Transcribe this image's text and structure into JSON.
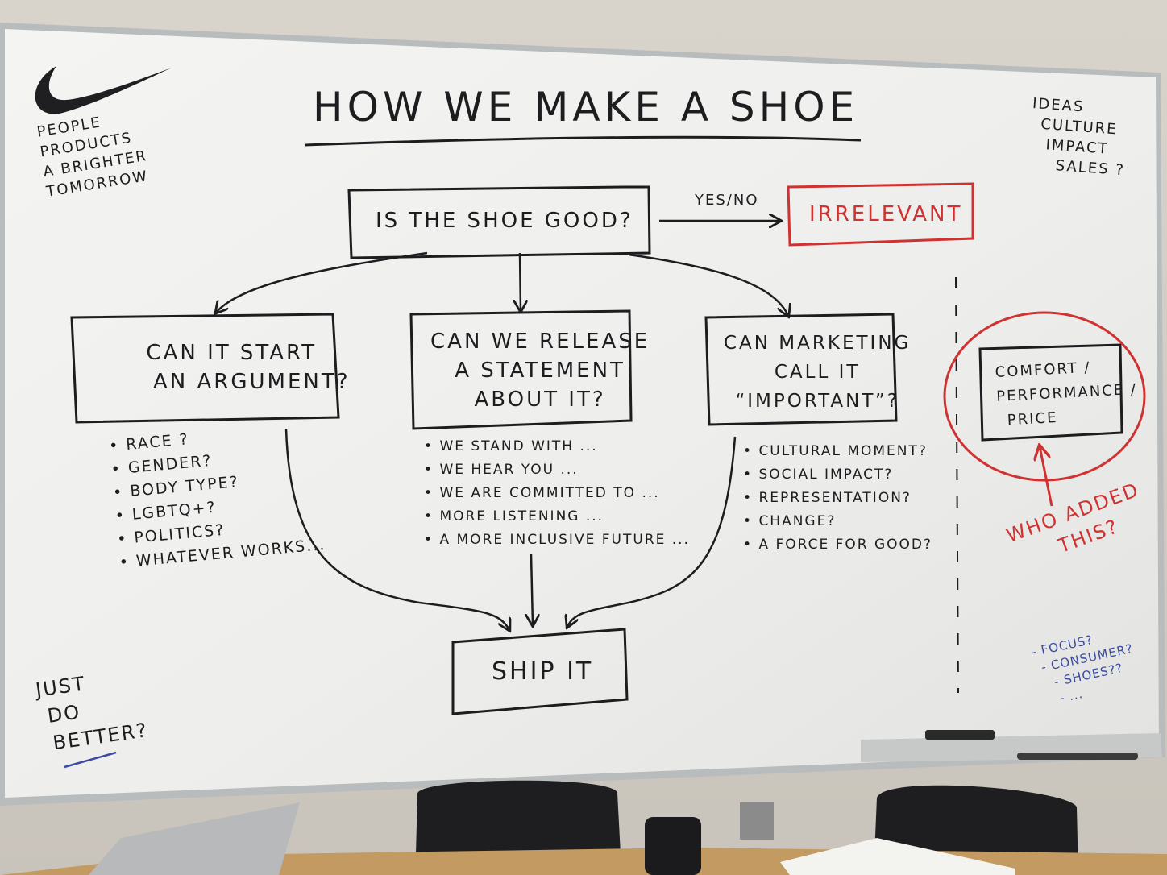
{
  "brand": {
    "logo_icon": "nike-swoosh-icon",
    "tagline": [
      "PEOPLE",
      "PRODUCTS",
      "A BRIGHTER",
      "TOMORROW"
    ]
  },
  "title": "HOW WE MAKE A SHOE",
  "top_right_list": [
    "IDEAS",
    "CULTURE",
    "IMPACT",
    "SALES ?"
  ],
  "flow": {
    "start": "IS THE SHOE GOOD?",
    "arrow_label": "YES/NO",
    "result": "IRRELEVANT",
    "box1": [
      "CAN IT START",
      "AN ARGUMENT?"
    ],
    "box2": [
      "CAN WE RELEASE",
      "A STATEMENT",
      "ABOUT IT?"
    ],
    "box3": [
      "CAN MARKETING",
      "CALL IT",
      "“IMPORTANT”?"
    ],
    "end": "SHIP IT"
  },
  "lists": {
    "left": [
      "RACE ?",
      "GENDER?",
      "BODY TYPE?",
      "LGBTQ+?",
      "POLITICS?",
      "WHATEVER WORKS..."
    ],
    "middle": [
      "WE STAND WITH ...",
      "WE HEAR YOU ...",
      "WE ARE COMMITTED TO ...",
      "MORE LISTENING ...",
      "A MORE INCLUSIVE FUTURE ..."
    ],
    "right": [
      "CULTURAL MOMENT?",
      "SOCIAL IMPACT?",
      "REPRESENTATION?",
      "CHANGE?",
      "A FORCE FOR GOOD?"
    ]
  },
  "side_box": [
    "COMFORT /",
    "PERFORMANCE /",
    "PRICE"
  ],
  "side_note": [
    "WHO ADDED",
    "THIS?"
  ],
  "bottom_left": [
    "JUST",
    "DO",
    "BETTER?"
  ],
  "bottom_right": [
    "- FOCUS?",
    "- CONSUMER?",
    "- SHOES??",
    "- ..."
  ],
  "colors": {
    "ink": "#1d1d1f",
    "red_marker": "#cf3230",
    "blue_marker": "#3a4aa0",
    "board": "#f1f1ef"
  }
}
